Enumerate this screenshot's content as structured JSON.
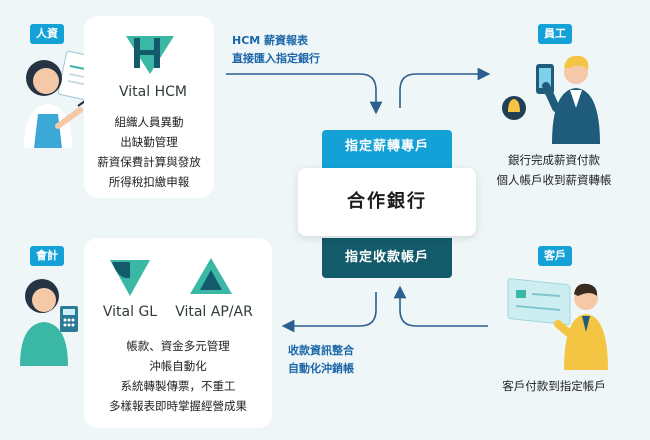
{
  "hr": {
    "tag": "人資",
    "logo_text": "Vital HCM",
    "items": [
      "組織人員異動",
      "出缺勤管理",
      "薪資保費計算與發放",
      "所得稅扣繳申報"
    ]
  },
  "top_flow_caption": [
    "HCM 薪資報表",
    "直接匯入指定銀行"
  ],
  "employee": {
    "tag": "員工",
    "items": [
      "銀行完成薪資付款",
      "個人帳戶收到薪資轉帳"
    ]
  },
  "bank": {
    "top_bar": "指定薪轉專戶",
    "name": "合作銀行",
    "bottom_bar": "指定收款帳戶"
  },
  "accounting": {
    "tag": "會計",
    "logo_gl": "Vital GL",
    "logo_apar": "Vital AP/AR",
    "items": [
      "帳款、資金多元管理",
      "沖帳自動化",
      "系統轉製傳票，不重工",
      "多樣報表即時掌握經營成果"
    ]
  },
  "bottom_flow_caption": [
    "收款資訊整合",
    "自動化沖銷帳"
  ],
  "customer": {
    "tag": "客戶",
    "items": [
      "客戶付款到指定帳戶"
    ]
  },
  "colors": {
    "accent_blue": "#14a1d8",
    "teal_dark": "#135a6b",
    "arrow": "#2b5f8f",
    "logo_teal": "#3bb7a5"
  }
}
